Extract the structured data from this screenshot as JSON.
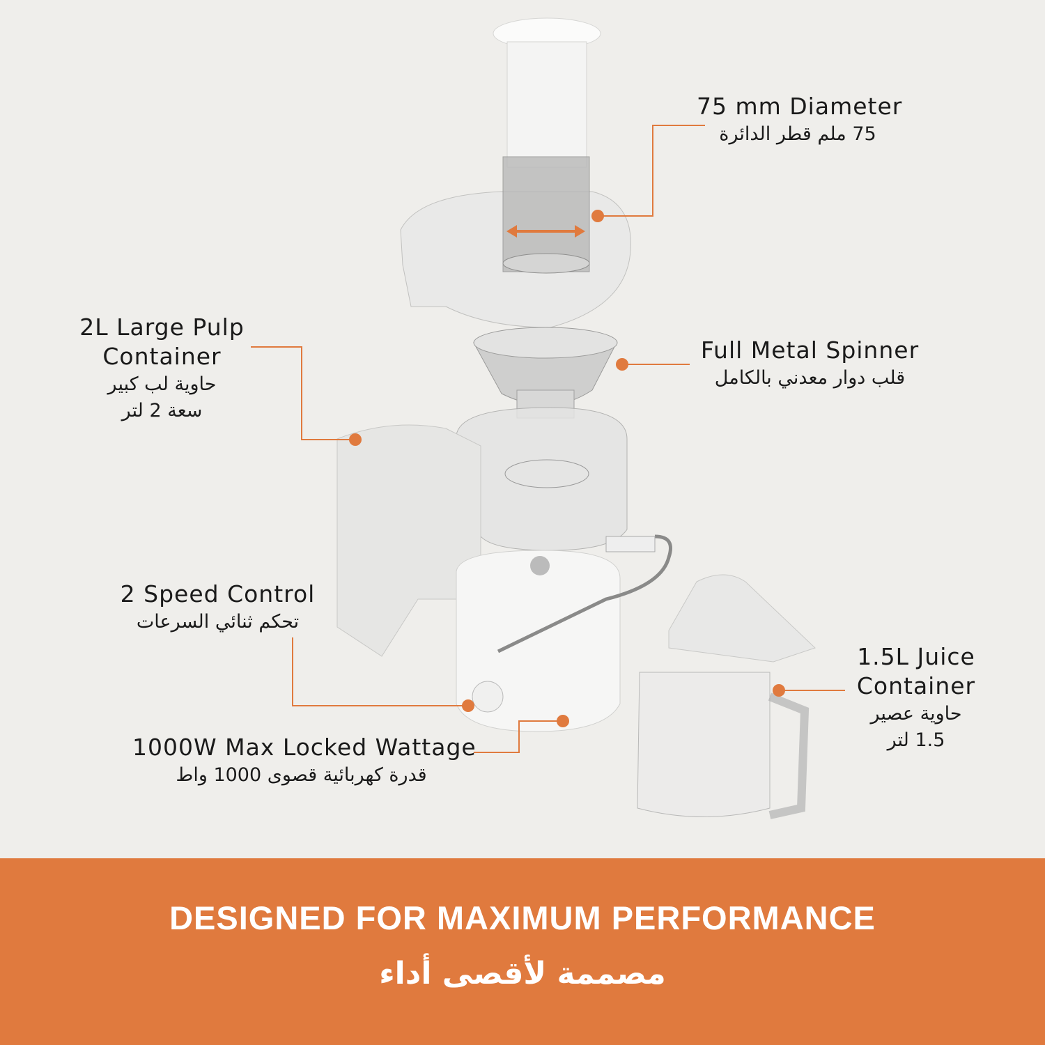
{
  "callouts": {
    "diameter": {
      "en": "75 mm Diameter",
      "ar": "75 ملم قطر الدائرة"
    },
    "spinner": {
      "en": "Full Metal Spinner",
      "ar": "قلب دوار معدني بالكامل"
    },
    "pulp": {
      "en1": "2L Large Pulp",
      "en2": "Container",
      "ar1": "حاوية لب كبير",
      "ar2": "سعة 2 لتر"
    },
    "speed": {
      "en": "2 Speed Control",
      "ar": "تحكم ثنائي السرعات"
    },
    "wattage": {
      "en": "1000W Max Locked Wattage",
      "ar": "قدرة كهربائية قصوى 1000 واط"
    },
    "jug": {
      "en1": "1.5L Juice",
      "en2": "Container",
      "ar1": "حاوية عصير",
      "ar2": "1.5 لتر"
    }
  },
  "banner": {
    "title_en": "DESIGNED FOR MAXIMUM PERFORMANCE",
    "title_ar": "مصممة لأقصى أداء"
  },
  "colors": {
    "accent": "#e07a3e",
    "background": "#efeeeb",
    "text": "#1a1a1a"
  }
}
